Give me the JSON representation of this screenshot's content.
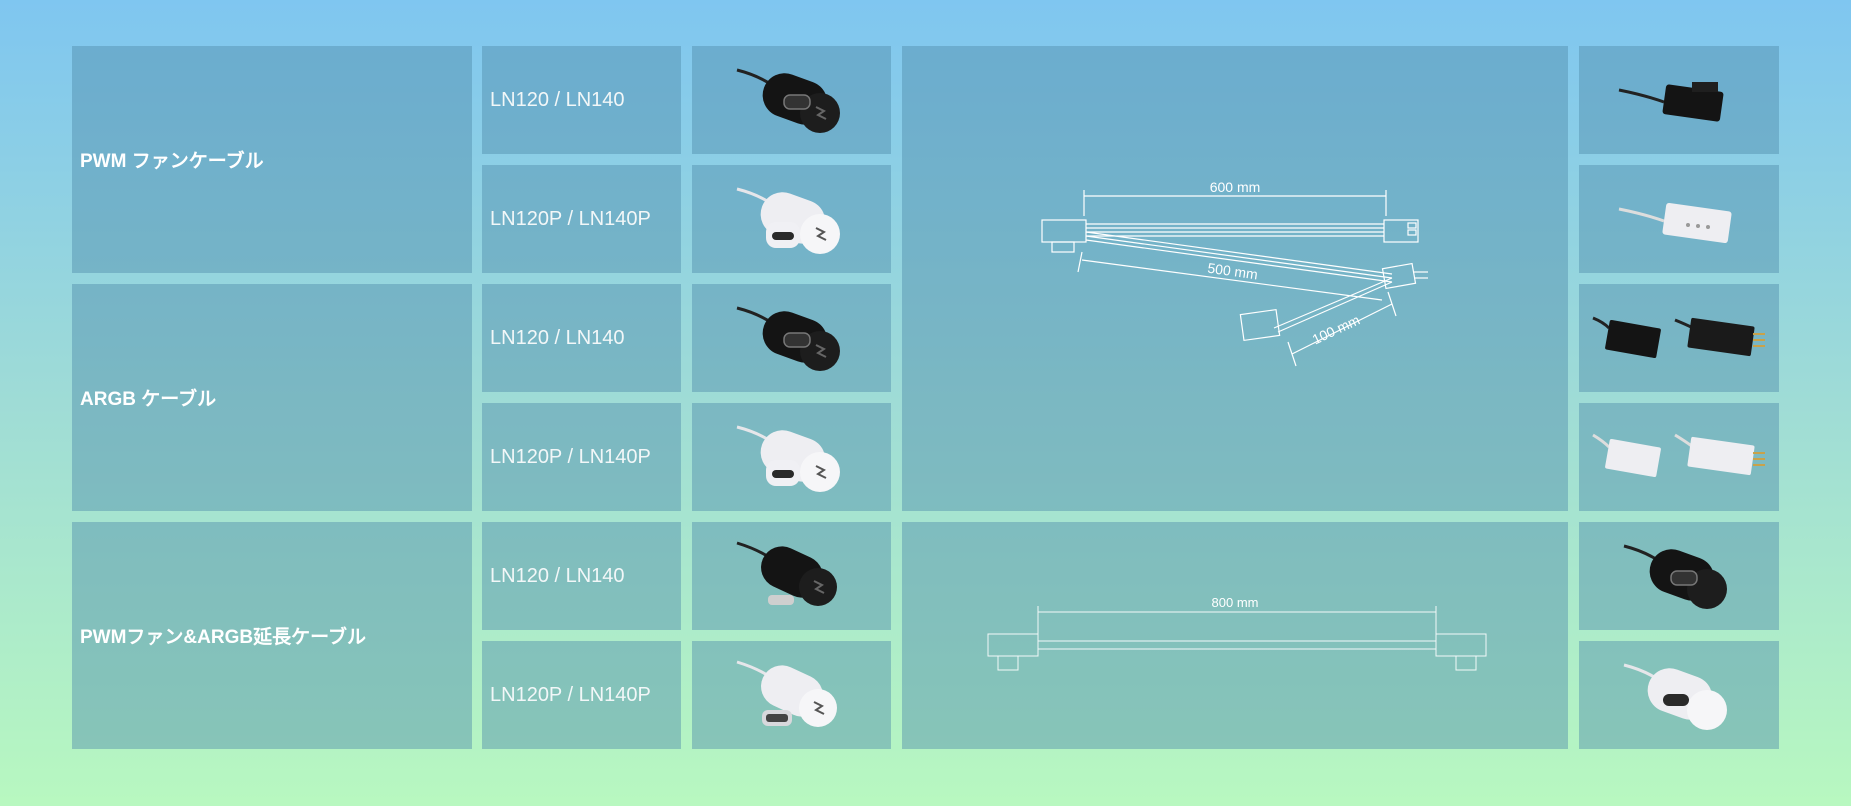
{
  "rows": [
    {
      "category": "PWM ファンケーブル",
      "models": [
        "LN120 / LN140",
        "LN120P / LN140P"
      ]
    },
    {
      "category": "ARGB ケーブル",
      "models": [
        "LN120 / LN140",
        "LN120P / LN140P"
      ]
    },
    {
      "category": "PWMファン&ARGB延長ケーブル",
      "models": [
        "LN120 / LN140",
        "LN120P / LN140P"
      ]
    }
  ],
  "diagram_top": {
    "len_main": "600 mm",
    "len_branch": "500 mm",
    "len_short": "100 mm"
  },
  "diagram_bottom": {
    "len": "800 mm"
  },
  "colors": {
    "black": "#141414",
    "white": "#eeeef2",
    "line": "#ffffff"
  }
}
